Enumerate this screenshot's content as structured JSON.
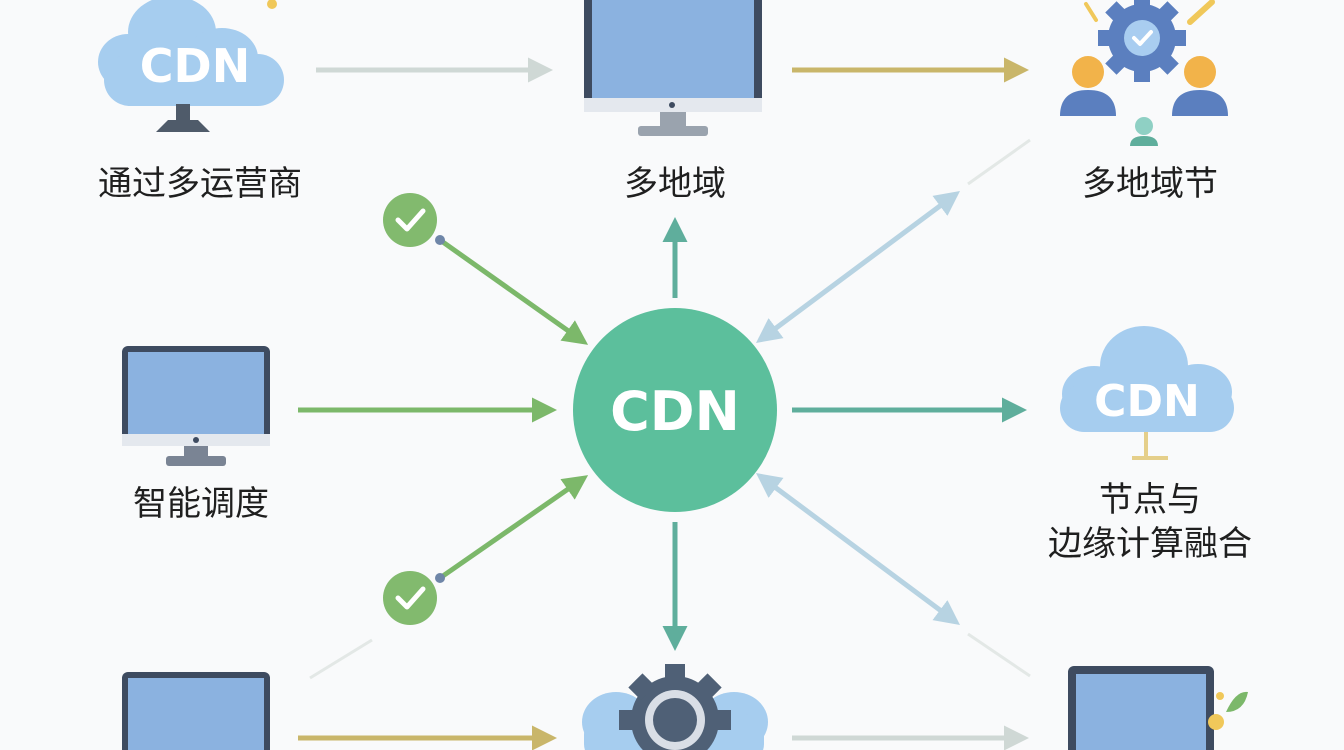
{
  "center": {
    "label": "CDN"
  },
  "nodes": {
    "top_left_cloud": {
      "icon": "cdn-cloud-icon",
      "badge": "CDN",
      "label": "通过多运营商"
    },
    "top_center_monitor": {
      "icon": "monitor-icon",
      "label": "多地域"
    },
    "top_right_team": {
      "icon": "team-gear-icon",
      "label": "多地域节"
    },
    "mid_left_monitor": {
      "icon": "monitor-icon",
      "label": "智能调度"
    },
    "mid_right_cloud": {
      "icon": "cdn-cloud-icon",
      "badge": "CDN",
      "label_line1": "节点与",
      "label_line2": "边缘计算融合"
    },
    "bottom_left_monitor": {
      "icon": "monitor-icon"
    },
    "bottom_center_gear_cloud": {
      "icon": "gear-cloud-icon"
    },
    "bottom_right_laptop": {
      "icon": "laptop-icon"
    }
  },
  "colors": {
    "center_fill": "#5cbf9c",
    "green_arrow": "#7cb86a",
    "teal_arrow": "#5fae9c",
    "light_blue_arrow": "#b7d3e2",
    "gray_arrow": "#cfd8d5",
    "gold_arrow": "#c9b66a",
    "cloud_fill": "#a6cdef",
    "monitor_screen": "#7ba8dc",
    "check_badge": "#82ba6e"
  }
}
